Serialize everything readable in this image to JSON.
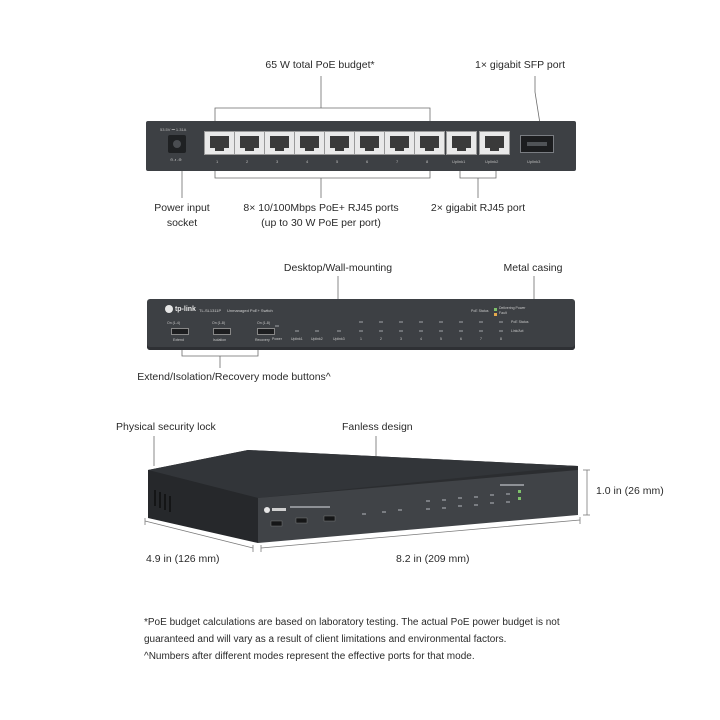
{
  "top_view": {
    "callouts": {
      "poe_budget": "65 W total PoE budget*",
      "sfp_port": "1× gigabit SFP port",
      "power_input_line1": "Power input",
      "power_input_line2": "socket",
      "poe_ports_line1": "8× 10/100Mbps PoE+ RJ45 ports",
      "poe_ports_line2": "(up to 30 W PoE per port)",
      "rj45_gigabit": "2× gigabit RJ45 port"
    },
    "port_numbers": [
      "1",
      "2",
      "3",
      "4",
      "5",
      "6",
      "7",
      "8"
    ],
    "uplink_labels": [
      "Uplink1",
      "Uplink2"
    ],
    "sfp_label": "Uplink3",
    "power_spec": "53.5V ⎓ 1.31A"
  },
  "front_view": {
    "callouts": {
      "mounting": "Desktop/Wall-mounting",
      "casing": "Metal casing",
      "mode_buttons": "Extend/Isolation/Recovery mode buttons^"
    },
    "brand": "tp-link",
    "model": "TL-SL1311P",
    "model_desc": "Unmanaged PoE+ Switch",
    "switch_labels": [
      "Extend",
      "Isolation",
      "Recovery"
    ],
    "switch_sublabels": [
      "On (1-4)",
      "On (1-8)",
      "On (1-8)"
    ],
    "led_labels": [
      "Power",
      "Uplink1",
      "Uplink2",
      "Uplink3",
      "1",
      "2",
      "3",
      "4",
      "5",
      "6",
      "7",
      "8"
    ],
    "status_labels": [
      "PoE Status",
      "Delivering Power",
      "Fault",
      "PoE Status",
      "Link/Act"
    ]
  },
  "angled_view": {
    "callouts": {
      "security_lock": "Physical security lock",
      "fanless": "Fanless design",
      "height": "1.0 in (26 mm)",
      "depth": "4.9 in (126 mm)",
      "width": "8.2 in (209 mm)"
    }
  },
  "footnotes": [
    "*PoE budget calculations are based on laboratory testing. The actual PoE power budget is not",
    "guaranteed and will vary as a result of client limitations and environmental factors.",
    "^Numbers after different modes represent the effective ports for that mode."
  ],
  "colors": {
    "chassis": "#3d4044",
    "chassis_top": "#2c2e31",
    "leader_line": "#6b6b6b",
    "text": "#2a2a2a"
  }
}
